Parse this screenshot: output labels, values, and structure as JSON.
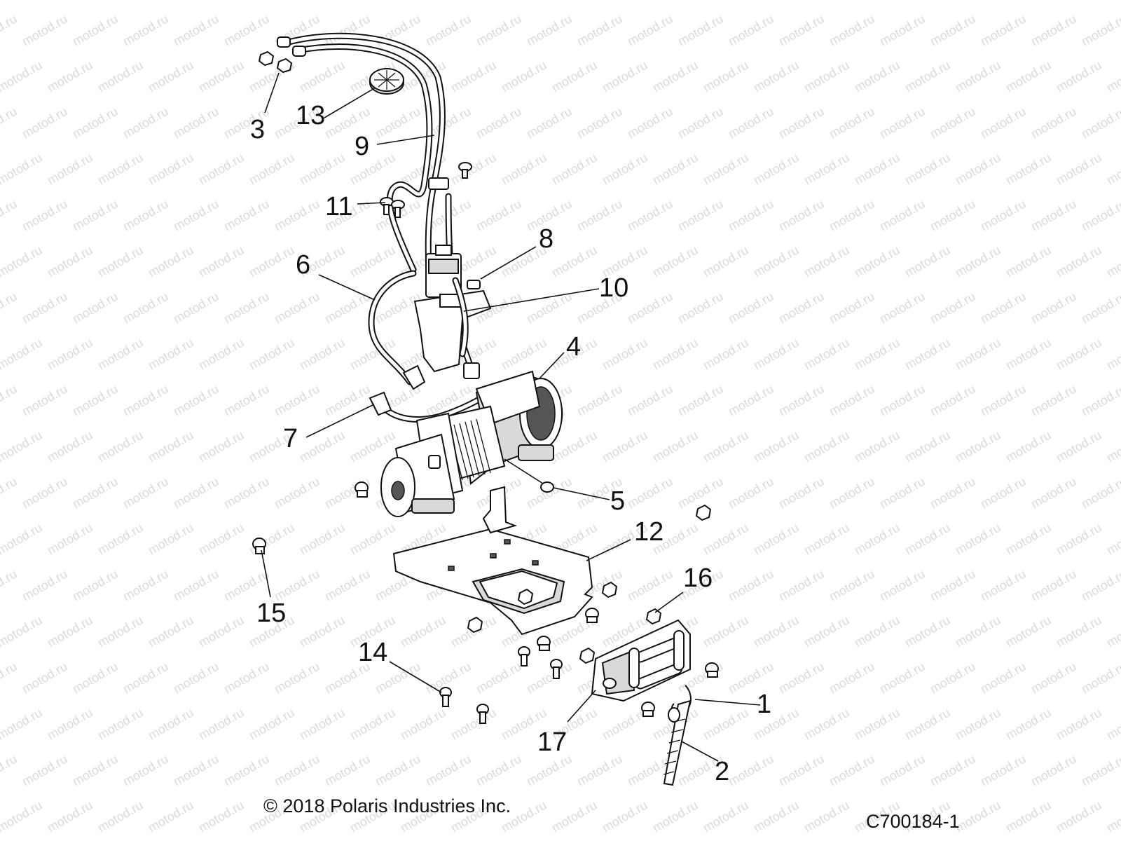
{
  "watermark": "motod.ru",
  "copyright": "© 2018 Polaris Industries Inc.",
  "diagram_code": "C700184-1",
  "callouts": [
    {
      "id": "c1",
      "label": "1"
    },
    {
      "id": "c2",
      "label": "2"
    },
    {
      "id": "c3",
      "label": "3"
    },
    {
      "id": "c4",
      "label": "4"
    },
    {
      "id": "c5",
      "label": "5"
    },
    {
      "id": "c6",
      "label": "6"
    },
    {
      "id": "c7",
      "label": "7"
    },
    {
      "id": "c8",
      "label": "8"
    },
    {
      "id": "c9",
      "label": "9"
    },
    {
      "id": "c10",
      "label": "10"
    },
    {
      "id": "c11",
      "label": "11"
    },
    {
      "id": "c12",
      "label": "12"
    },
    {
      "id": "c13",
      "label": "13"
    },
    {
      "id": "c14",
      "label": "14"
    },
    {
      "id": "c15",
      "label": "15"
    },
    {
      "id": "c16",
      "label": "16"
    },
    {
      "id": "c17",
      "label": "17"
    }
  ]
}
